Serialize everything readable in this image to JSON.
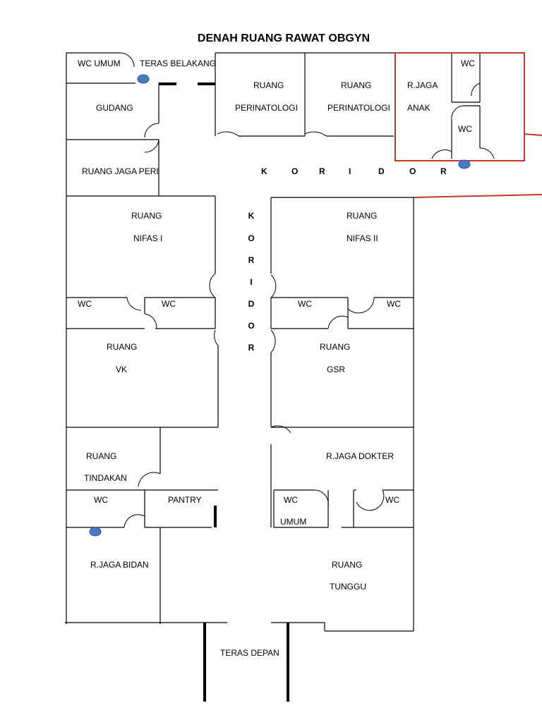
{
  "title": "DENAH RUANG RAWAT OBGYN",
  "labels": {
    "wc_umum_top": "WC UMUM",
    "teras_belakang": "TERAS BELAKANG",
    "gudang": "GUDANG",
    "ruang_jaga_peri": "RUANG JAGA PERI",
    "peri1_a": "RUANG",
    "peri1_b": "PERINATOLOGI",
    "peri2_a": "RUANG",
    "peri2_b": "PERINATOLOGI",
    "jaga_anak_a": "R.JAGA",
    "jaga_anak_b": "ANAK",
    "wc_anak1": "WC",
    "wc_anak2": "WC",
    "nifas1_a": "RUANG",
    "nifas1_b": "NIFAS I",
    "nifas2_a": "RUANG",
    "nifas2_b": "NIFAS II",
    "wc_l1": "WC",
    "wc_l2": "WC",
    "wc_r1": "WC",
    "wc_r2": "WC",
    "vk_a": "RUANG",
    "vk_b": "VK",
    "gsr_a": "RUANG",
    "gsr_b": "GSR",
    "tindakan_a": "RUANG",
    "tindakan_b": "TINDAKAN",
    "jaga_dokter": "R.JAGA DOKTER",
    "wc_bl": "WC",
    "pantry": "PANTRY",
    "wc_umum_b1": "WC",
    "wc_umum_b2": "UMUM",
    "wc_br": "WC",
    "jaga_bidan": "R.JAGA BIDAN",
    "tunggu_a": "RUANG",
    "tunggu_b": "TUNGGU",
    "teras_depan": "TERAS DEPAN"
  },
  "koridor_horizontal": [
    "K",
    "O",
    "R",
    "I",
    "D",
    "O",
    "R"
  ],
  "koridor_vertical": [
    "K",
    "O",
    "R",
    "I",
    "D",
    "O",
    "R"
  ],
  "colors": {
    "highlight": "#c0392b",
    "marker": "#4a7ac4"
  }
}
